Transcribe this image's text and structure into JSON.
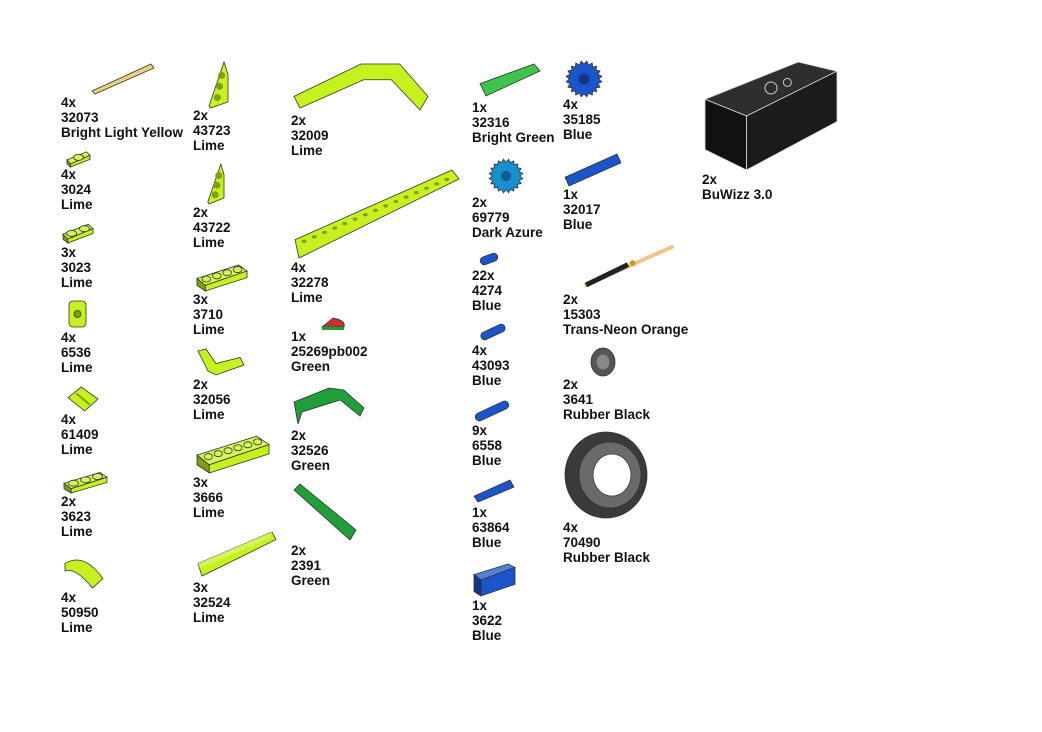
{
  "page": {
    "title": "Parts list"
  },
  "colors": {
    "Bright Light Yellow": "#e6d27a",
    "Lime": "#c5f21f",
    "Green": "#1f9e3a",
    "Bright Green": "#3ec44a",
    "Dark Azure": "#1a8fd0",
    "Blue": "#1a55c9",
    "Trans-Neon Orange": "#f2c486",
    "Rubber Black": "#2a2a2a",
    "BuWizz": "#111111"
  },
  "parts": [
    {
      "qty": "4x",
      "id": "32073",
      "color": "Bright Light Yellow",
      "icon": "axle-icon"
    },
    {
      "qty": "4x",
      "id": "3024",
      "color": "Lime",
      "icon": "plate-1x1-icon"
    },
    {
      "qty": "3x",
      "id": "3023",
      "color": "Lime",
      "icon": "plate-1x2-icon"
    },
    {
      "qty": "4x",
      "id": "6536",
      "color": "Lime",
      "icon": "axle-connector-icon"
    },
    {
      "qty": "4x",
      "id": "61409",
      "color": "Lime",
      "icon": "slope-grille-icon"
    },
    {
      "qty": "2x",
      "id": "3623",
      "color": "Lime",
      "icon": "plate-1x3-icon"
    },
    {
      "qty": "4x",
      "id": "50950",
      "color": "Lime",
      "icon": "curved-slope-icon"
    },
    {
      "qty": "2x",
      "id": "43723",
      "color": "Lime",
      "icon": "wedge-plate-right-icon"
    },
    {
      "qty": "2x",
      "id": "43722",
      "color": "Lime",
      "icon": "wedge-plate-left-icon"
    },
    {
      "qty": "3x",
      "id": "3710",
      "color": "Lime",
      "icon": "plate-1x4-icon"
    },
    {
      "qty": "2x",
      "id": "32056",
      "color": "Lime",
      "icon": "l-beam-icon"
    },
    {
      "qty": "3x",
      "id": "3666",
      "color": "Lime",
      "icon": "plate-1x6-icon"
    },
    {
      "qty": "3x",
      "id": "32524",
      "color": "Lime",
      "icon": "beam-7-icon"
    },
    {
      "qty": "2x",
      "id": "32009",
      "color": "Lime",
      "icon": "bent-beam-icon"
    },
    {
      "qty": "4x",
      "id": "32278",
      "color": "Lime",
      "icon": "beam-15-icon"
    },
    {
      "qty": "1x",
      "id": "25269pb002",
      "color": "Green",
      "icon": "quarter-tile-icon"
    },
    {
      "qty": "2x",
      "id": "32526",
      "color": "Green",
      "icon": "l-beam-large-icon"
    },
    {
      "qty": "2x",
      "id": "2391",
      "color": "Green",
      "icon": "beam-angled-icon"
    },
    {
      "qty": "1x",
      "id": "32316",
      "color": "Bright Green",
      "icon": "beam-5-icon"
    },
    {
      "qty": "2x",
      "id": "69779",
      "color": "Dark Azure",
      "icon": "gear-icon"
    },
    {
      "qty": "22x",
      "id": "4274",
      "color": "Blue",
      "icon": "pin-icon"
    },
    {
      "qty": "4x",
      "id": "43093",
      "color": "Blue",
      "icon": "axle-pin-icon"
    },
    {
      "qty": "9x",
      "id": "6558",
      "color": "Blue",
      "icon": "long-pin-icon"
    },
    {
      "qty": "1x",
      "id": "63864",
      "color": "Blue",
      "icon": "tile-1x3-icon"
    },
    {
      "qty": "1x",
      "id": "3622",
      "color": "Blue",
      "icon": "brick-1x3-icon"
    },
    {
      "qty": "4x",
      "id": "35185",
      "color": "Blue",
      "icon": "gear-large-icon"
    },
    {
      "qty": "1x",
      "id": "32017",
      "color": "Blue",
      "icon": "thin-beam-icon"
    },
    {
      "qty": "2x",
      "id": "15303",
      "color": "Trans-Neon Orange",
      "icon": "shooter-icon"
    },
    {
      "qty": "2x",
      "id": "3641",
      "color": "Rubber Black",
      "icon": "small-tire-icon"
    },
    {
      "qty": "4x",
      "id": "70490",
      "color": "Rubber Black",
      "icon": "tire-icon"
    },
    {
      "qty": "2x",
      "id": "",
      "color": "BuWizz 3.0",
      "icon": "battery-box-icon"
    }
  ]
}
